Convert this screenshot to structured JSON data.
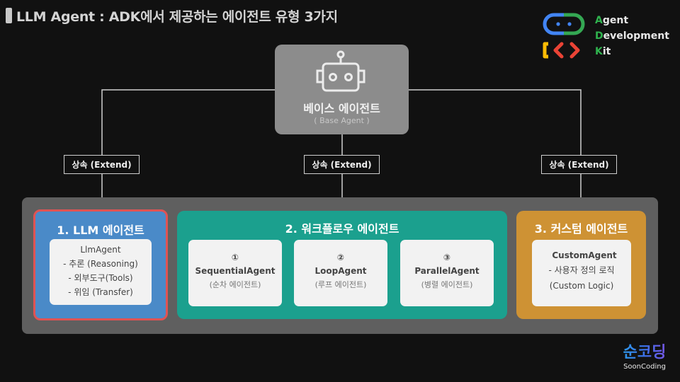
{
  "header": {
    "title": "LLM Agent : ADK에서 제공하는 에이전트 유형 3가지"
  },
  "logo": {
    "icon": "adk-robot-code-icon",
    "lines": [
      {
        "initial": "A",
        "rest": "gent"
      },
      {
        "initial": "D",
        "rest": "evelopment"
      },
      {
        "initial": "K",
        "rest": "it"
      }
    ],
    "colors": {
      "blue": "#4285f4",
      "green": "#34a853",
      "yellow": "#fbbc04",
      "red": "#ea4335",
      "accent_letter": "#2fb34e"
    }
  },
  "base_agent": {
    "icon": "robot-icon",
    "title": "베이스 에이전트",
    "subtitle": "( Base Agent )"
  },
  "connectors": {
    "labels": [
      "상속 (Extend)",
      "상속 (Extend)",
      "상속 (Extend)"
    ]
  },
  "categories": [
    {
      "title": "1. LLM 에이전트",
      "color": "#4a8ac8",
      "border": "#e05353",
      "class_name": "LlmAgent",
      "features": [
        "- 추론 (Reasoning)",
        "- 외부도구(Tools)",
        "- 위임 (Transfer)"
      ]
    },
    {
      "title": "2. 워크플로우 에이전트",
      "color": "#1ba08e",
      "agents": [
        {
          "number": "①",
          "name": "SequentialAgent",
          "desc": "(순차 에이전트)"
        },
        {
          "number": "②",
          "name": "LoopAgent",
          "desc": "(루프 에이전트)"
        },
        {
          "number": "③",
          "name": "ParallelAgent",
          "desc": "(병렬 에이전트)"
        }
      ]
    },
    {
      "title": "3. 커스텀 에이전트",
      "color": "#ce9234",
      "class_name": "CustomAgent",
      "features": [
        "- 사용자 정의 로직",
        "(Custom Logic)"
      ]
    }
  ],
  "brand": {
    "korean": "순코딩",
    "english": "SoonCoding"
  }
}
